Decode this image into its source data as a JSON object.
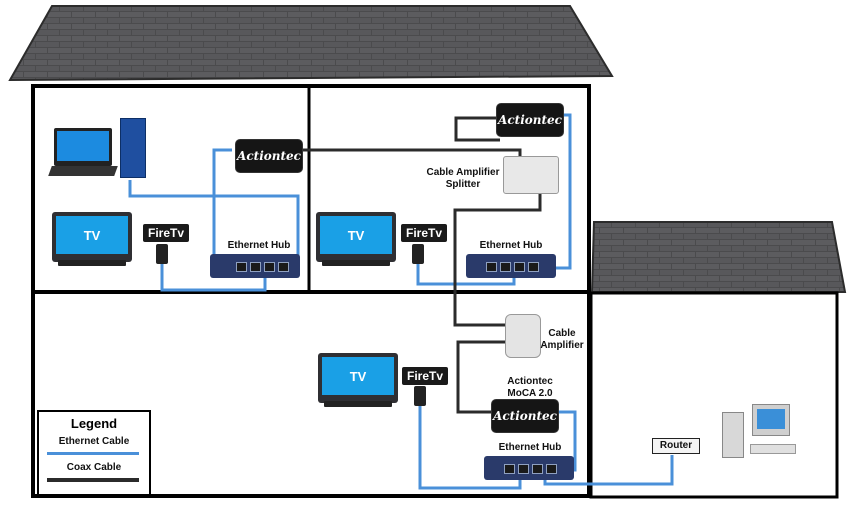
{
  "labels": {
    "tv": "TV",
    "firetv": "FireTv",
    "ethernet_hub": "Ethernet Hub",
    "actiontec_logo": "Actiontec",
    "cable_amplifier_splitter_line1": "Cable Amplifier",
    "cable_amplifier_splitter_line2": "Splitter",
    "cable_amplifier_line1": "Cable",
    "cable_amplifier_line2": "Amplifier",
    "actiontec_moca_line1": "Actiontec",
    "actiontec_moca_line2": "MoCA 2.0",
    "router": "Router"
  },
  "legend": {
    "title": "Legend",
    "ethernet_label": "Ethernet Cable",
    "coax_label": "Coax Cable"
  },
  "colors": {
    "ethernet_cable": "#4a90d9",
    "coax_cable": "#2b2b2b",
    "tv_screen": "#1aa0e6",
    "roof": "#4a4a4a",
    "wall": "#000000"
  }
}
